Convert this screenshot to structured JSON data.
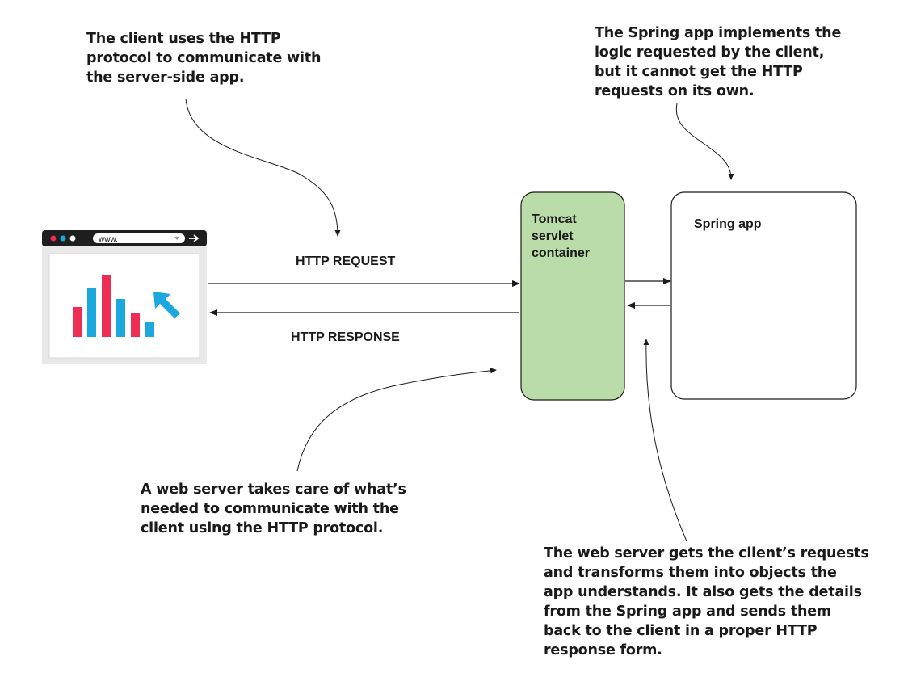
{
  "annotations": {
    "client_protocol": "The client uses the HTTP\nprotocol to communicate with\nthe server-side app.",
    "spring_logic": "The Spring app implements the\nlogic requested by the client,\nbut it cannot get the HTTP\nrequests on its own.",
    "web_server_http": "A web server takes care of what’s\nneeded to communicate with the\nclient using the HTTP protocol.",
    "web_server_transform": "The web server gets the client’s requests\nand transforms them into objects the\napp understands. It also gets the details\nfrom the Spring app and sends them\nback to the client in a proper HTTP\nresponse form."
  },
  "arrows": {
    "request_label": "HTTP REQUEST",
    "response_label": "HTTP RESPONSE"
  },
  "boxes": {
    "tomcat": "Tomcat\nservlet\ncontainer",
    "spring": "Spring app"
  },
  "browser": {
    "url_text": "www."
  },
  "colors": {
    "tomcat_fill": "#b9dca8",
    "bar_red": "#ee2d55",
    "bar_blue": "#1aa8df",
    "browser_bar": "#1e1e1e"
  }
}
